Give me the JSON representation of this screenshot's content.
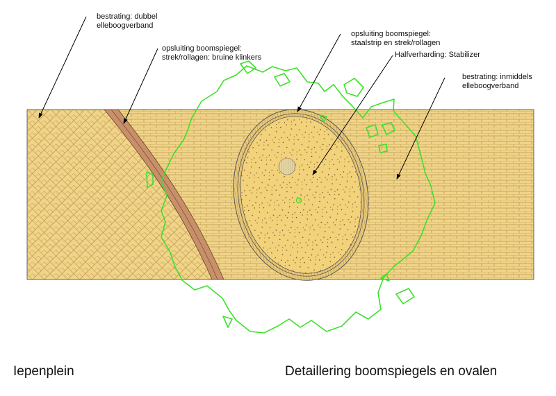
{
  "annotations": {
    "a1": "bestrating: dubbel\nelleboogverband",
    "a2": "opsluiting boomspiegel:\nstrek/rollagen: bruine klinkers",
    "a3": "opsluiting boomspiegel:\nstaalstrip en strek/rollagen",
    "a4": "Halfverharding: Stabilizer",
    "a5": "bestrating: inmiddels\nelleboogverband"
  },
  "titles": {
    "left": "Iepenplein",
    "right": "Detaillering boomspiegels en ovalen"
  },
  "colors": {
    "paving": "#f0d48a",
    "paving_line": "#b08a3a",
    "brick_band": "#c8906a",
    "gravel": "#f2d27a",
    "canopy": "#3de02a"
  }
}
